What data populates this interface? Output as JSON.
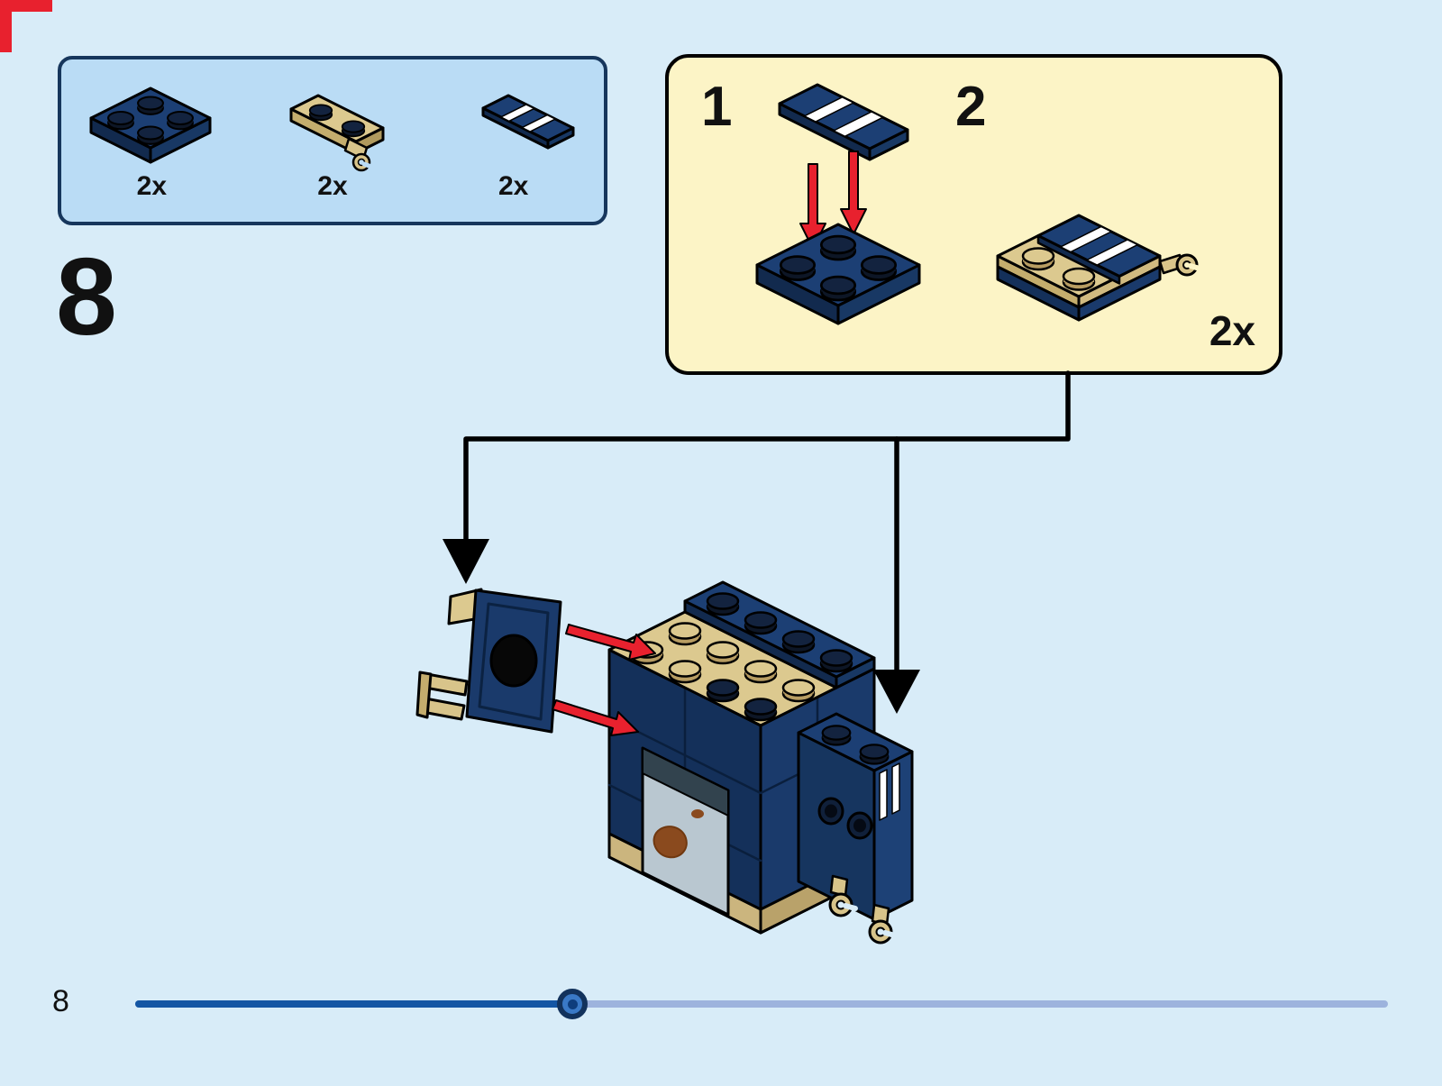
{
  "page": {
    "step_number": "8"
  },
  "parts_box": {
    "parts": [
      {
        "id": "plate-2x2-dark-blue",
        "count_label": "2x"
      },
      {
        "id": "plate-1x2-with-clip-tan",
        "count_label": "2x"
      },
      {
        "id": "tile-1x2-striped-dark-blue",
        "count_label": "2x"
      }
    ]
  },
  "substeps_box": {
    "substeps": [
      {
        "number_label": "1"
      },
      {
        "number_label": "2"
      }
    ],
    "repeat_count_label": "2x"
  },
  "progress_bar": {
    "page_label": "8",
    "progress_fraction": 0.35
  },
  "colors": {
    "background": "#d8ecf8",
    "accent_red": "#e8212e",
    "navy_dark": "#14305a",
    "navy": "#1a3a6b",
    "tan": "#dcc98f",
    "parts_box_fill": "#badcf5",
    "parts_box_border": "#16365c",
    "substeps_box_fill": "#fcf4c6",
    "progress_done": "#1456a4",
    "progress_remaining": "#9db3dd"
  }
}
